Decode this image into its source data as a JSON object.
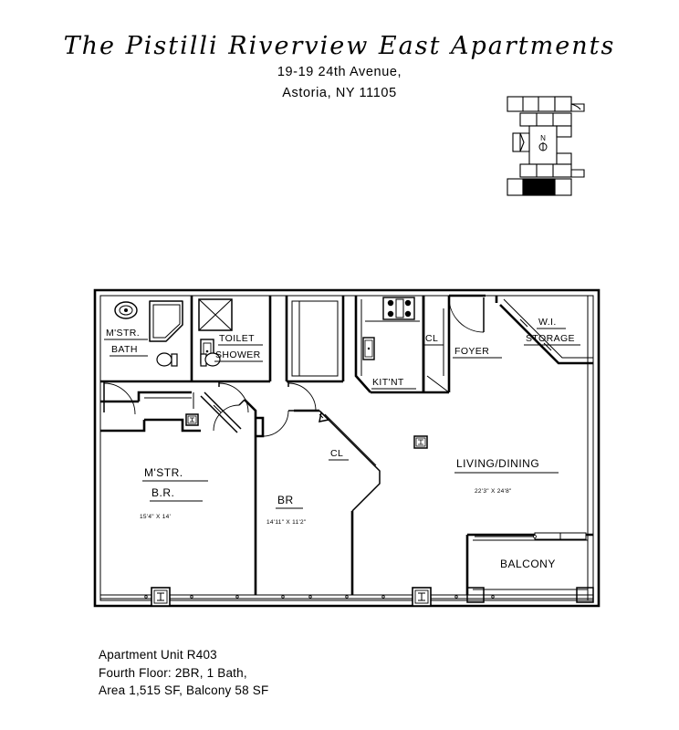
{
  "title": {
    "building_name": "The Pistilli Riverview East Apartments",
    "address_line_1": "19-19 24th Avenue,",
    "address_line_2": "Astoria, NY 11105"
  },
  "key_plan": {
    "name": "building-key-plan",
    "north_label": "N",
    "highlighted_unit_color": "#000000"
  },
  "plan": {
    "rooms": [
      {
        "id": "mstr-bath",
        "label": "M'STR.",
        "label2": "BATH",
        "dims": ""
      },
      {
        "id": "toilet-shower",
        "label": "TOILET",
        "label2": "SHOWER",
        "dims": ""
      },
      {
        "id": "kitchen",
        "label": "KIT'NT",
        "label2": "",
        "dims": ""
      },
      {
        "id": "foyer",
        "label": "FOYER",
        "label2": "",
        "dims": ""
      },
      {
        "id": "wi-storage",
        "label": "W.I.",
        "label2": "STORAGE",
        "dims": ""
      },
      {
        "id": "closet-foyer",
        "label": "CL",
        "label2": "",
        "dims": ""
      },
      {
        "id": "closet-br",
        "label": "CL",
        "label2": "",
        "dims": ""
      },
      {
        "id": "living-dining",
        "label": "LIVING/DINING",
        "label2": "",
        "dims": "22'3\" X 24'8\""
      },
      {
        "id": "master-bed",
        "label": "M'STR.",
        "label2": "B.R.",
        "dims": "15'4\" X 14'"
      },
      {
        "id": "bedroom-2",
        "label": "BR",
        "label2": "",
        "dims": "14'11\" X 11'2\""
      },
      {
        "id": "balcony",
        "label": "BALCONY",
        "label2": "",
        "dims": ""
      }
    ],
    "labels": {
      "mstr_bath_1": "M'STR.",
      "mstr_bath_2": "BATH",
      "toilet": "TOILET",
      "shower": "SHOWER",
      "kitchen": "KIT'NT",
      "foyer": "FOYER",
      "storage_1": "W.I.",
      "storage_2": "STORAGE",
      "closet_foyer": "CL",
      "closet_br": "CL",
      "living_dining": "LIVING/DINING",
      "living_dining_dims": "22'3\" X 24'8\"",
      "master_br_1": "M'STR.",
      "master_br_2": "B.R.",
      "master_br_dims": "15'4\" X 14'",
      "bedroom": "BR",
      "bedroom_dims": "14'11\" X 11'2\"",
      "balcony": "BALCONY"
    }
  },
  "caption": {
    "line_1": "Apartment Unit R403",
    "line_2": "Fourth Floor: 2BR, 1 Bath,",
    "line_3": "Area 1,515 SF, Balcony 58 SF"
  },
  "colors": {
    "ink": "#000000",
    "paper": "#ffffff",
    "wall_fill": "#ffffff",
    "highlight": "#000000"
  }
}
